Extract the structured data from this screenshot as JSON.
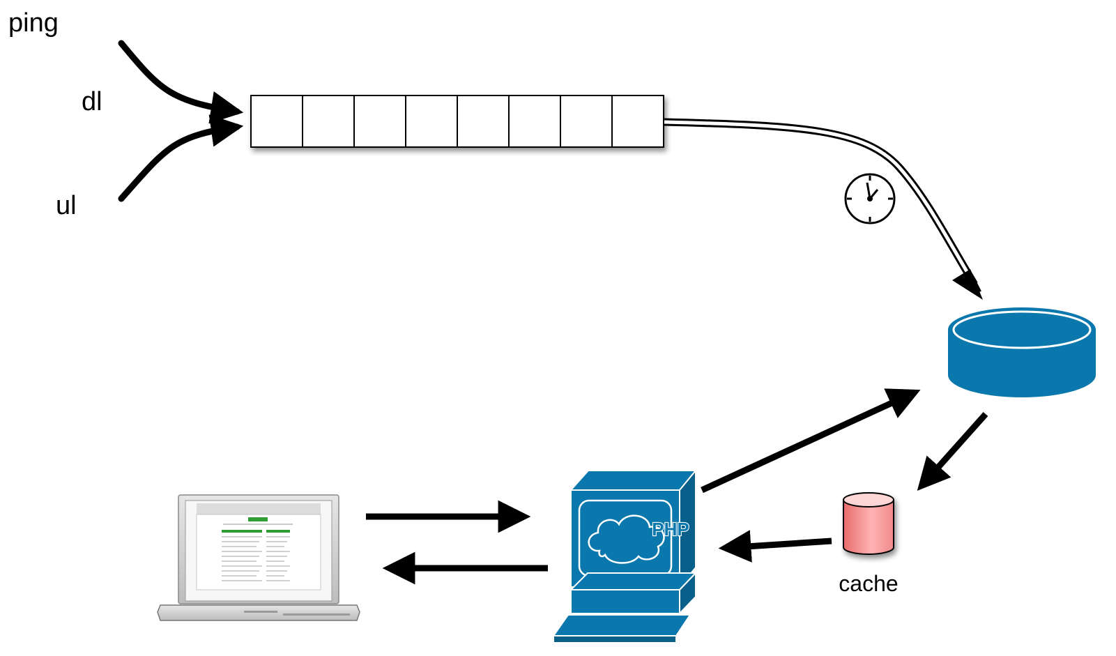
{
  "labels": {
    "ping": "ping",
    "dl": "dl",
    "ul": "ul",
    "php": "PHP",
    "cache": "cache"
  },
  "queue": {
    "slot_count": 8
  },
  "colors": {
    "stroke": "#000000",
    "server_blue": "#0a78ac",
    "server_blue_dark": "#075f8a",
    "db_blue": "#0a78ac",
    "cache_red": "#f08080",
    "cache_red_light": "#ffd0d0",
    "laptop_gray": "#d6d6d6",
    "screen_green": "#2e9e35"
  },
  "icons": [
    "clock-icon",
    "database-icon",
    "cache-icon",
    "php-server-icon",
    "laptop-icon"
  ]
}
